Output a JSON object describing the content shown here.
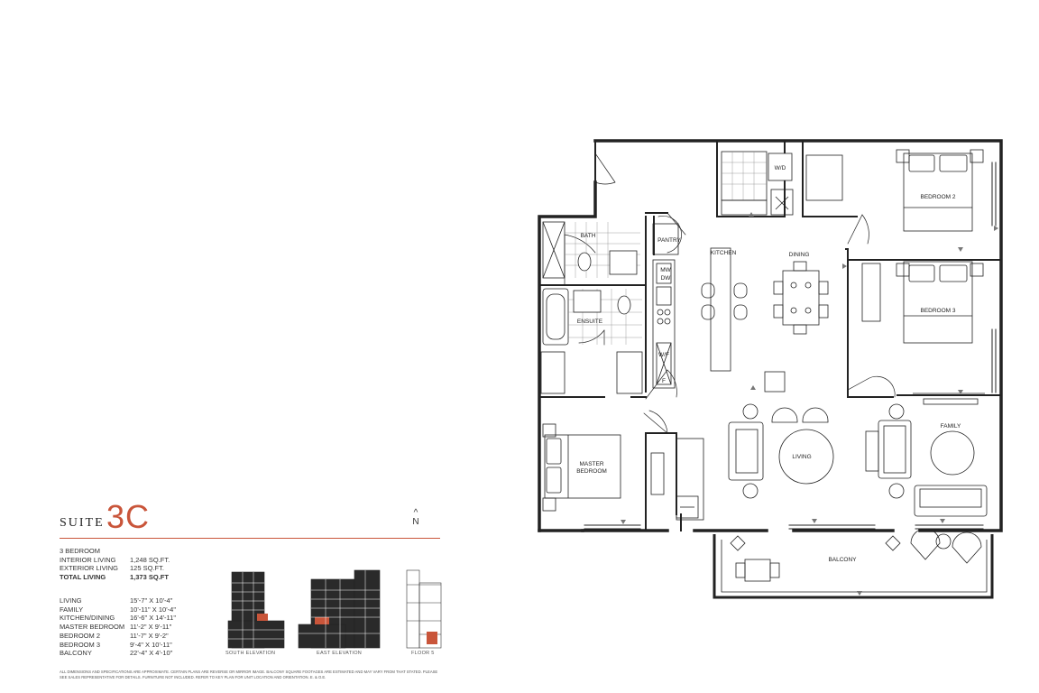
{
  "suite": {
    "word": "SUITE",
    "number": "3C"
  },
  "north": {
    "arrow": "^",
    "label": "N"
  },
  "specs": [
    {
      "label": "3 BEDROOM",
      "value": "",
      "bold": false
    },
    {
      "label": "INTERIOR LIVING",
      "value": "1,248 SQ.FT.",
      "bold": false
    },
    {
      "label": "EXTERIOR LIVING",
      "value": "125 SQ.FT.",
      "bold": false
    },
    {
      "label": "TOTAL LIVING",
      "value": "1,373 SQ.FT",
      "bold": true
    }
  ],
  "rooms": [
    {
      "label": "LIVING",
      "value": "15'-7\" X 10'-4\""
    },
    {
      "label": "FAMILY",
      "value": "10'-11\" X 10'-4\""
    },
    {
      "label": "KITCHEN/DINING",
      "value": "16'-6\" X 14'-11\""
    },
    {
      "label": "MASTER BEDROOM",
      "value": "11'-2\" X 9'-11\""
    },
    {
      "label": "BEDROOM 2",
      "value": "11'-7\" X 9'-2\""
    },
    {
      "label": "BEDROOM 3",
      "value": "9'-4\" X 10'-11\""
    },
    {
      "label": "BALCONY",
      "value": "22'-4\" X 4'-10\""
    }
  ],
  "elevations": {
    "south": "SOUTH ELEVATION",
    "east": "EAST ELEVATION",
    "floor": "FLOOR 5"
  },
  "plan_labels": {
    "bath": "BATH",
    "pantry": "PANTRY",
    "kitchen": "KITCHEN",
    "dining": "DINING",
    "wd": "W/D",
    "bedroom2": "BEDROOM 2",
    "bedroom3": "BEDROOM 3",
    "mw": "MW",
    "dw": "DW",
    "ensuite": "ENSUITE",
    "wf": "W/F",
    "f": "F",
    "master1": "MASTER",
    "master2": "BEDROOM",
    "living": "LIVING",
    "family": "FAMILY",
    "balcony": "BALCONY"
  },
  "disclaimer": "ALL DIMENSIONS AND SPECIFICATIONS ARE APPROXIMATE. CERTAIN PLANS ARE REVERSE OR MIRROR IMAGE. BALCONY SQUARE FOOTAGES ARE ESTIMATED AND MAY VARY FROM THAT STATED. PLEASE SEE SALES REPRESENTATIVE FOR DETAILS. FURNITURE NOT INCLUDED. REFER TO KEY PLAN FOR UNIT LOCATION AND ORIENTATION. E. & O.E.",
  "colors": {
    "accent": "#c9553a",
    "line": "#222222"
  }
}
